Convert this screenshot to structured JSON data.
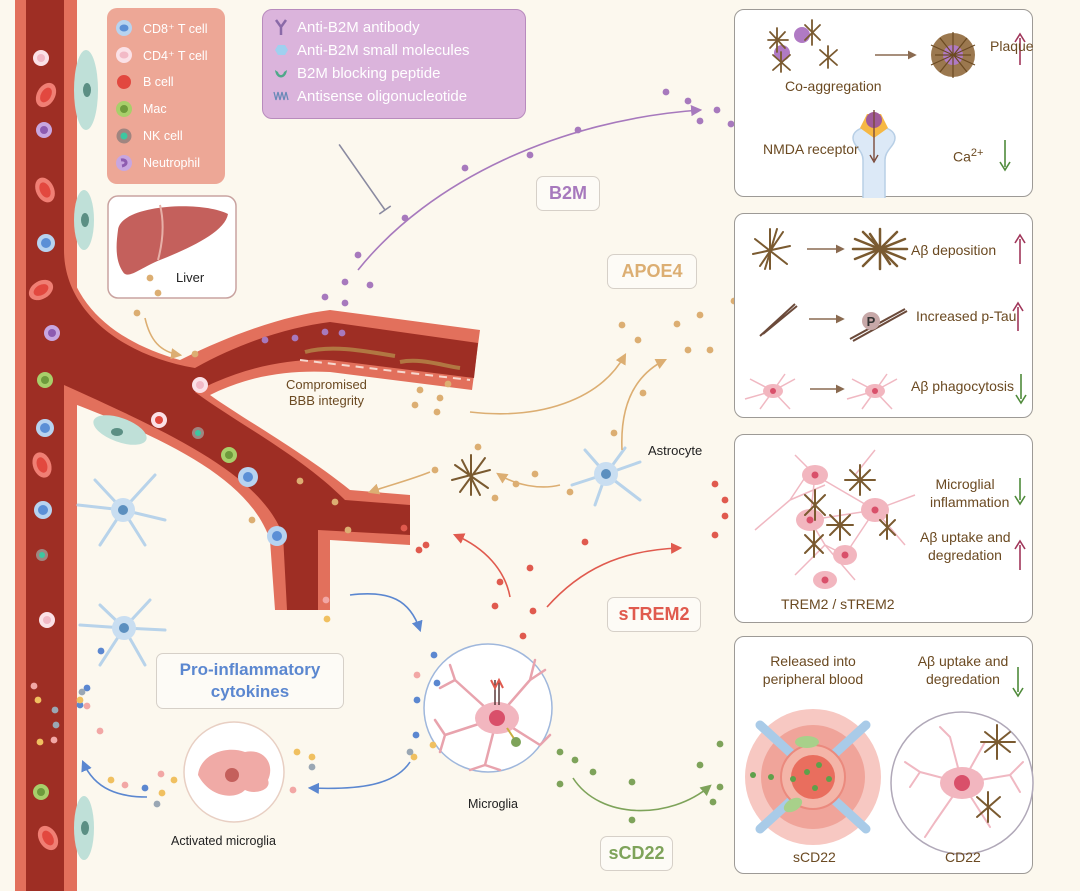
{
  "legend_cells": {
    "items": [
      {
        "label": "CD8⁺ T cell",
        "icon": "cd8-t-cell-icon",
        "color": "#5b8fd6",
        "ring": "#b7d3f0"
      },
      {
        "label": "CD4⁺ T cell",
        "icon": "cd4-t-cell-icon",
        "color": "#f2b9c6",
        "ring": "#fbe1e7"
      },
      {
        "label": "B cell",
        "icon": "b-cell-icon",
        "color": "#e2483f",
        "ring": "#f07f74"
      },
      {
        "label": "Mac",
        "icon": "macrophage-icon",
        "color": "#6e9b3c",
        "ring": "#a8cf6a"
      },
      {
        "label": "NK cell",
        "icon": "nk-cell-icon",
        "color": "#3dc6a0",
        "ring": "#a08580"
      },
      {
        "label": "Neutrophil",
        "icon": "neutrophil-icon",
        "color": "#8d5bb0",
        "ring": "#c8a6e0"
      }
    ]
  },
  "legend_drugs": {
    "items": [
      {
        "label": "Anti-B2M antibody",
        "icon": "antibody-icon"
      },
      {
        "label": "Anti-B2M small molecules",
        "icon": "small-molecule-icon"
      },
      {
        "label": "B2M blocking peptide",
        "icon": "blocking-peptide-icon"
      },
      {
        "label": "Antisense oligonucleotide",
        "icon": "antisense-oligonucleotide-icon"
      }
    ]
  },
  "labels": {
    "liver": "Liver",
    "bbb": [
      "Compromised",
      "BBB integrity"
    ],
    "astrocyte": "Astrocyte",
    "microglia": "Microglia",
    "activated_microglia": "Activated microglia",
    "pro_inflammatory": [
      "Pro-inflammatory",
      "cytokines"
    ]
  },
  "factors": {
    "b2m": {
      "label": "B2M",
      "color": "#a779bd"
    },
    "apoe4": {
      "label": "APOE4",
      "color": "#dcae72"
    },
    "strem2": {
      "label": "sTREM2",
      "color": "#e05a4e"
    },
    "scd22": {
      "label": "sCD22",
      "color": "#7ea35a"
    },
    "cytokine": {
      "color": "#5b87d0"
    }
  },
  "panels": {
    "b2m": {
      "coaggregation": "Co-aggregation",
      "plaque": "Plaque",
      "plaque_trend": "up",
      "nmda": "NMDA receptor",
      "ca_base": "Ca",
      "ca_sup": "2+",
      "ca_trend": "down"
    },
    "apoe4": {
      "rows": [
        {
          "label": "Aβ deposition",
          "trend": "up"
        },
        {
          "label": "Increased p-Tau",
          "trend": "up"
        },
        {
          "label": "Aβ phagocytosis",
          "trend": "down"
        }
      ],
      "phospho": "P"
    },
    "trem2": {
      "caption": "TREM2 / sTREM2",
      "effects": [
        {
          "lines": [
            "Microglial",
            "inflammation"
          ],
          "trend": "down"
        },
        {
          "lines": [
            "Aβ uptake and",
            "degredation"
          ],
          "trend": "up"
        }
      ]
    },
    "cd22": {
      "left_title": [
        "Released into",
        "peripheral blood"
      ],
      "left_caption": "sCD22",
      "right_title": [
        "Aβ uptake and",
        "degredation"
      ],
      "right_trend": "down",
      "right_caption": "CD22"
    }
  },
  "colors": {
    "vessel_wall": "#e2705c",
    "vessel_lumen": "#9e2e24",
    "up_arrow": "#a0365a",
    "down_arrow": "#4f8a3a",
    "panel_text": "#6b4a22",
    "amyloid": "#7a5a30"
  }
}
